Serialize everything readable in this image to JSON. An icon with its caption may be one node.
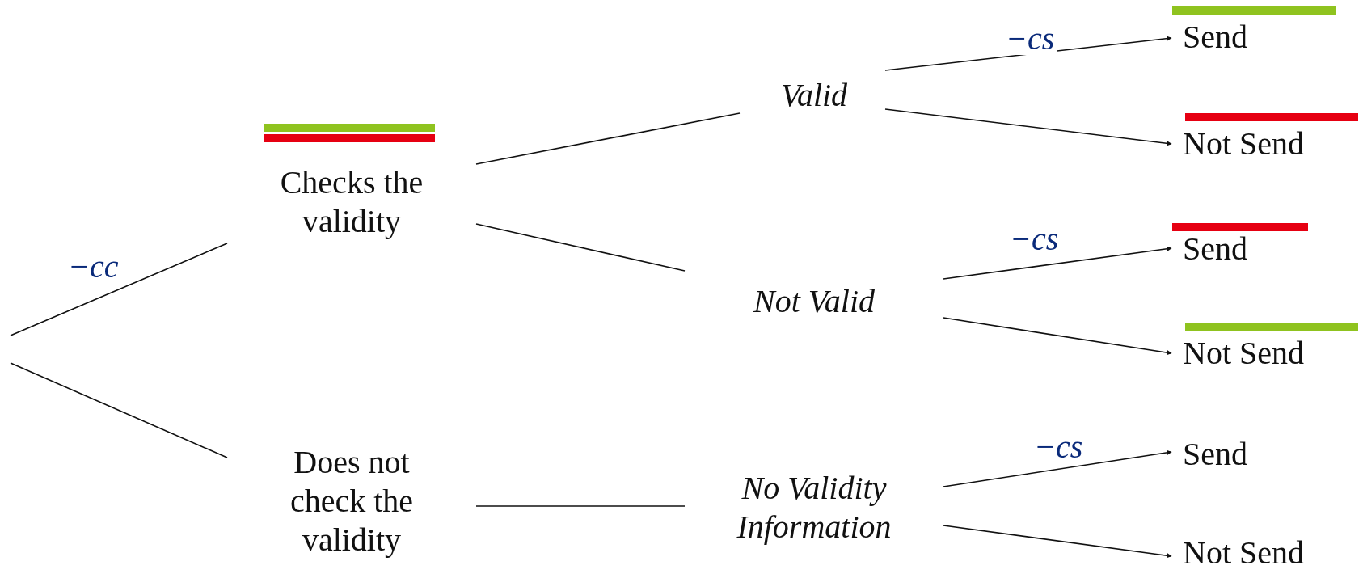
{
  "diagram": {
    "nodes": [
      {
        "text": [
          "Checks the validity"
        ]
      },
      {
        "text": [
          "Does not check the validity"
        ]
      },
      {
        "text": [
          "Valid"
        ]
      },
      {
        "text": [
          "Not Valid"
        ]
      },
      {
        "text": [
          "No Validity Information"
        ]
      },
      {
        "text": [
          "Send"
        ]
      },
      {
        "text": [
          "Not Send"
        ]
      },
      {
        "text": [
          "Send"
        ]
      },
      {
        "text": [
          "Not Send"
        ]
      },
      {
        "text": [
          "Send"
        ]
      },
      {
        "text": [
          "Not Send"
        ]
      }
    ],
    "edges": [
      {
        "from": null,
        "to": 0,
        "arrow": "none",
        "label": "−cc"
      },
      {
        "from": null,
        "to": 1,
        "arrow": "none"
      },
      {
        "from": 0,
        "to": 2,
        "arrow": "none"
      },
      {
        "from": 0,
        "to": 3,
        "arrow": "none"
      },
      {
        "from": 1,
        "to": 4,
        "arrow": "none"
      },
      {
        "from": 2,
        "to": 5,
        "arrow": "to",
        "label": "−cs"
      },
      {
        "from": 2,
        "to": 6,
        "arrow": "to"
      },
      {
        "from": 3,
        "to": 7,
        "arrow": "to",
        "label": "−cs"
      },
      {
        "from": 3,
        "to": 8,
        "arrow": "to"
      },
      {
        "from": 4,
        "to": 9,
        "arrow": "to",
        "label": "−cs"
      },
      {
        "from": 4,
        "to": 10,
        "arrow": "to"
      }
    ]
  }
}
